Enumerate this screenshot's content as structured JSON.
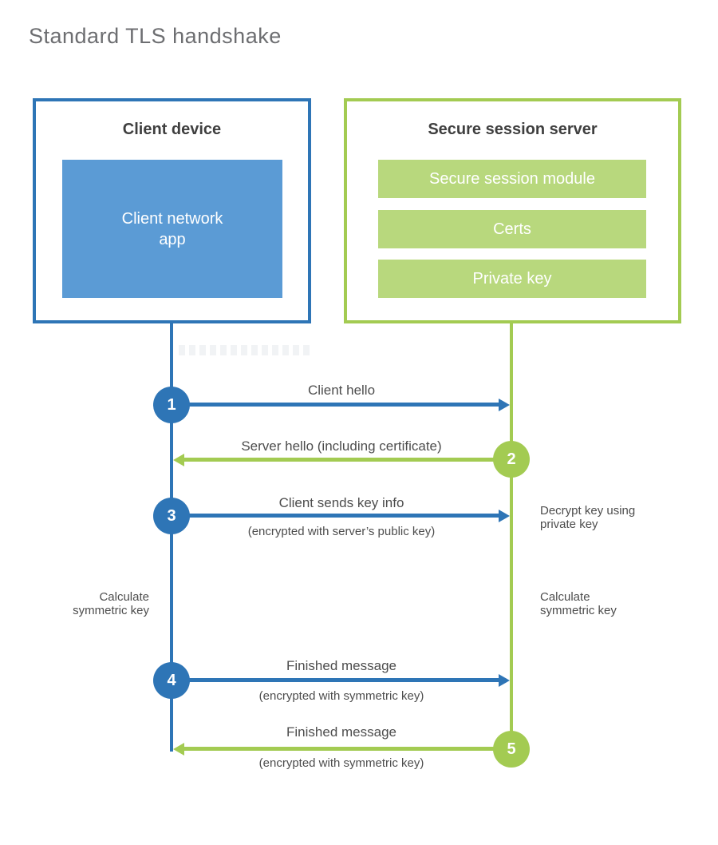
{
  "title": "Standard TLS handshake",
  "colors": {
    "blue_line": "#2e75b6",
    "blue_fill": "#5b9bd5",
    "green_line": "#a3cb52",
    "green_fill": "#b8d87d",
    "heading_text": "#3f3f3f",
    "label_text": "#4d4d4d",
    "title_text": "#6d6e71"
  },
  "client": {
    "title": "Client device",
    "module": "Client network\napp"
  },
  "server": {
    "title": "Secure session server",
    "modules": [
      "Secure session module",
      "Certs",
      "Private key"
    ]
  },
  "messages": [
    {
      "step": "1",
      "from": "client",
      "to": "server",
      "label": "Client hello",
      "sublabel": ""
    },
    {
      "step": "2",
      "from": "server",
      "to": "client",
      "label": "Server hello (including certificate)",
      "sublabel": ""
    },
    {
      "step": "3",
      "from": "client",
      "to": "server",
      "label": "Client sends key info",
      "sublabel": "(encrypted with server’s public key)"
    },
    {
      "step": "4",
      "from": "client",
      "to": "server",
      "label": "Finished message",
      "sublabel": "(encrypted with symmetric key)"
    },
    {
      "step": "5",
      "from": "server",
      "to": "client",
      "label": "Finished message",
      "sublabel": "(encrypted with symmetric key)"
    }
  ],
  "notes": {
    "decrypt": "Decrypt key using\nprivate key",
    "calc_left": "Calculate\nsymmetric key",
    "calc_right": "Calculate\nsymmetric key"
  }
}
